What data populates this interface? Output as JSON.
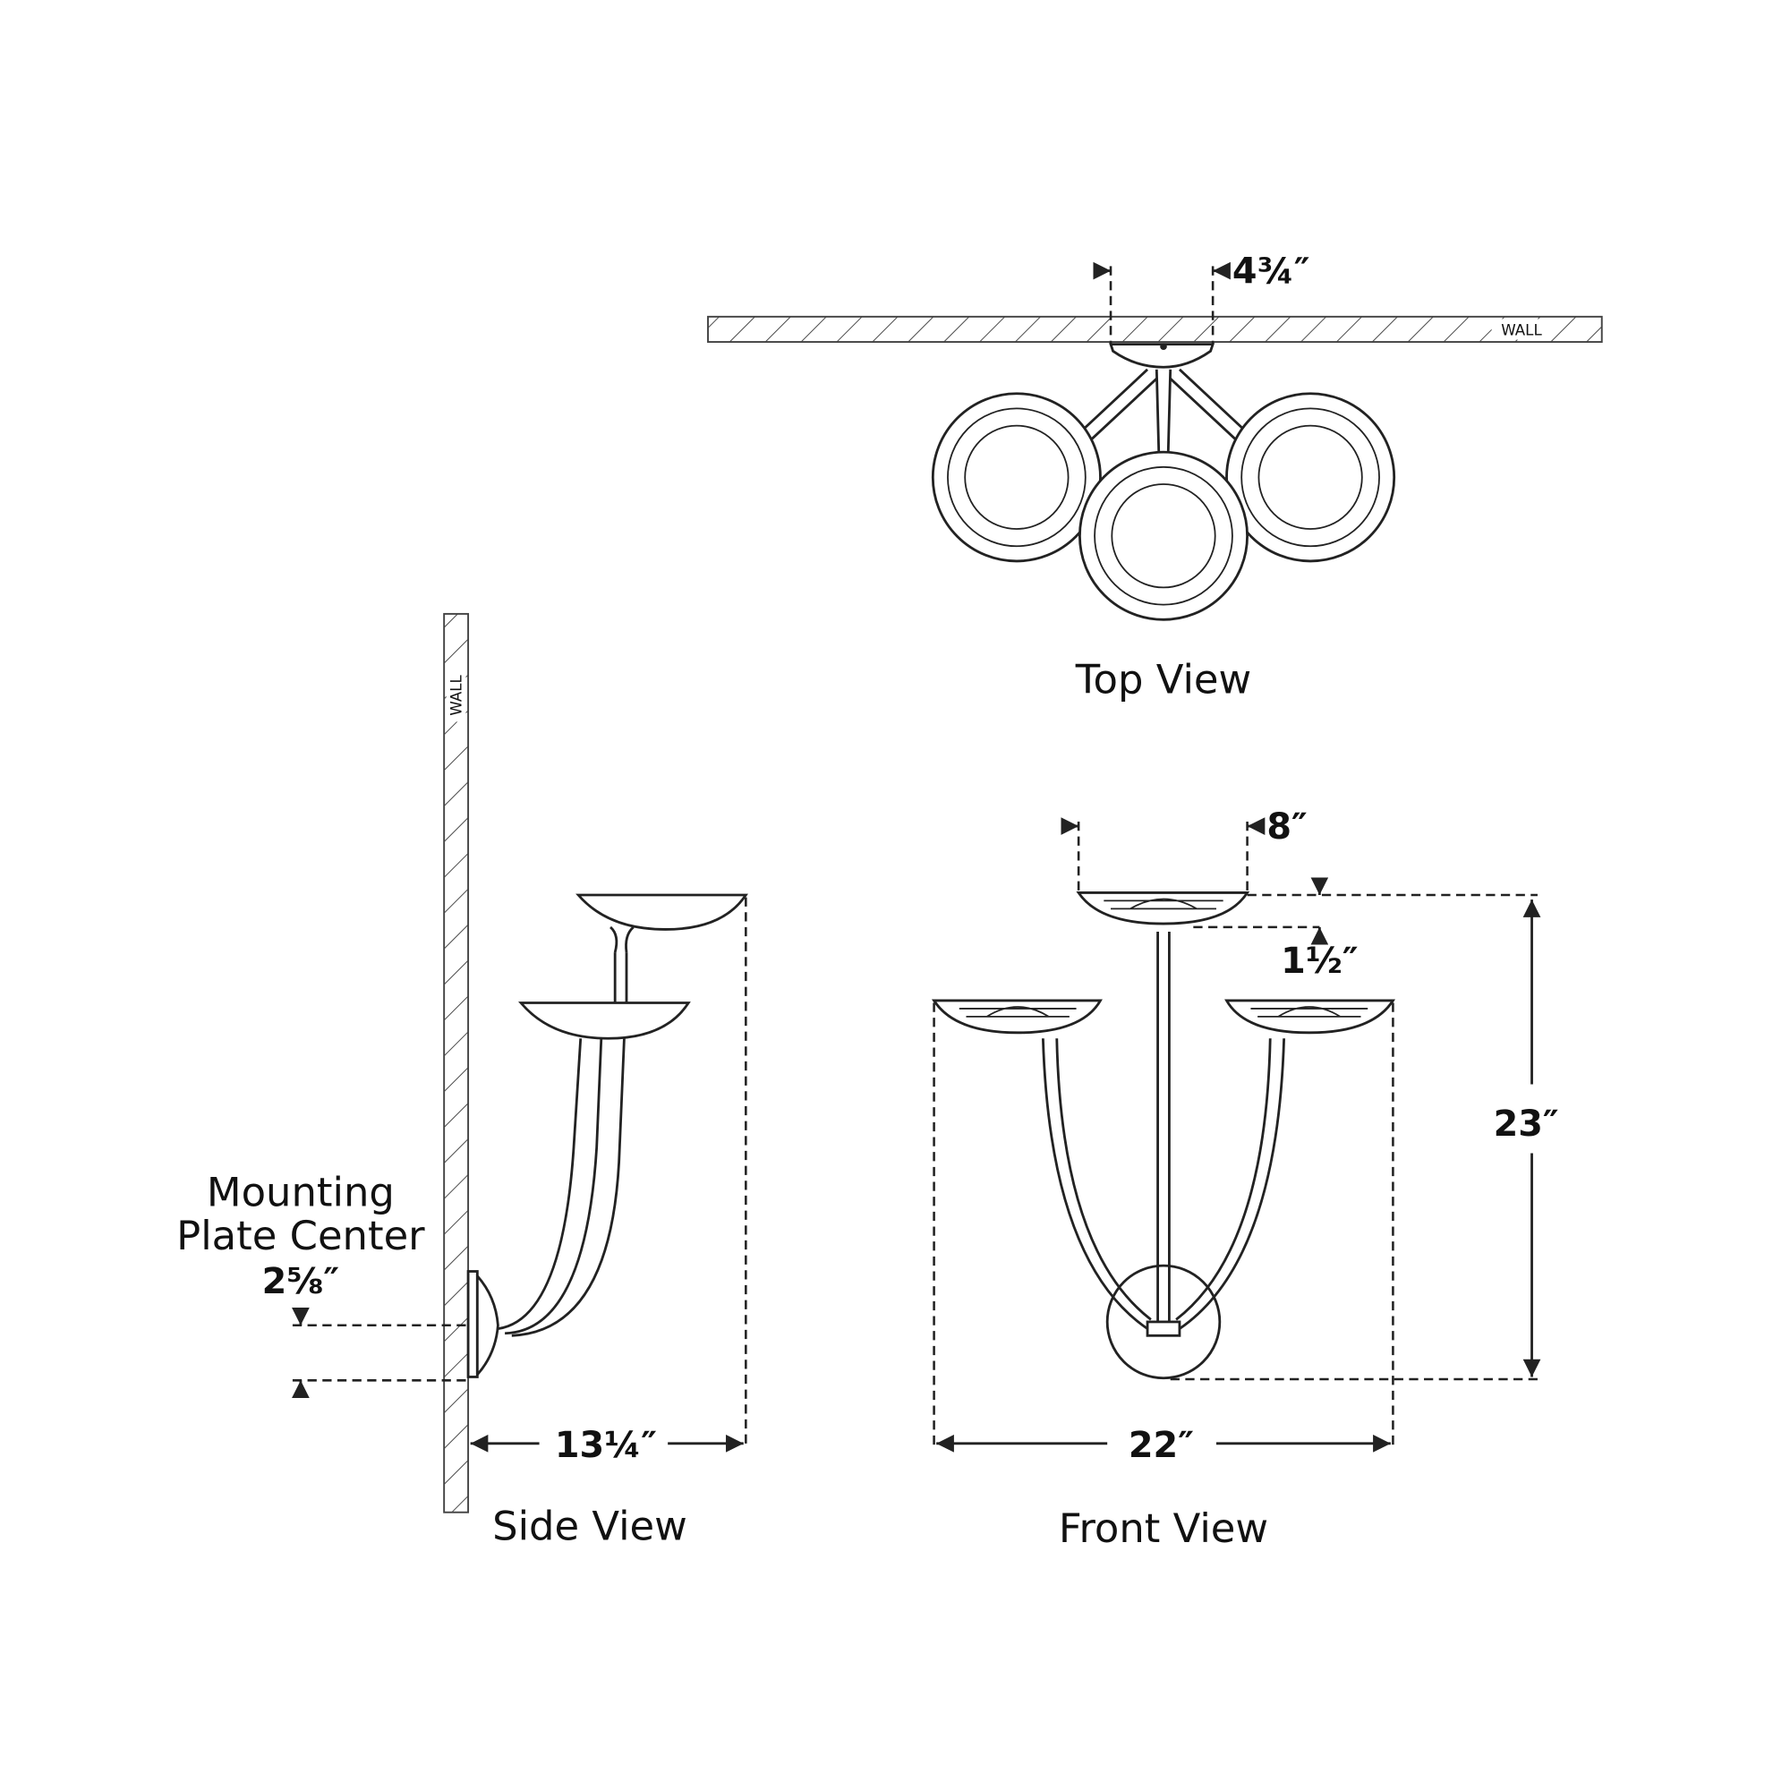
{
  "top_view": {
    "caption": "Top View",
    "wall_label": "WALL",
    "depth_dimension": "4¾″"
  },
  "side_view": {
    "caption": "Side View",
    "wall_label": "WALL",
    "extension_dimension": "13¼″",
    "mounting_label_line1": "Mounting",
    "mounting_label_line2": "Plate Center",
    "mounting_dimension": "2⅝″"
  },
  "front_view": {
    "caption": "Front View",
    "shade_width_dimension": "8″",
    "shade_offset_dimension": "1½″",
    "height_dimension": "23″",
    "width_dimension": "22″"
  },
  "colors": {
    "line": "#222222",
    "background": "#ffffff"
  }
}
